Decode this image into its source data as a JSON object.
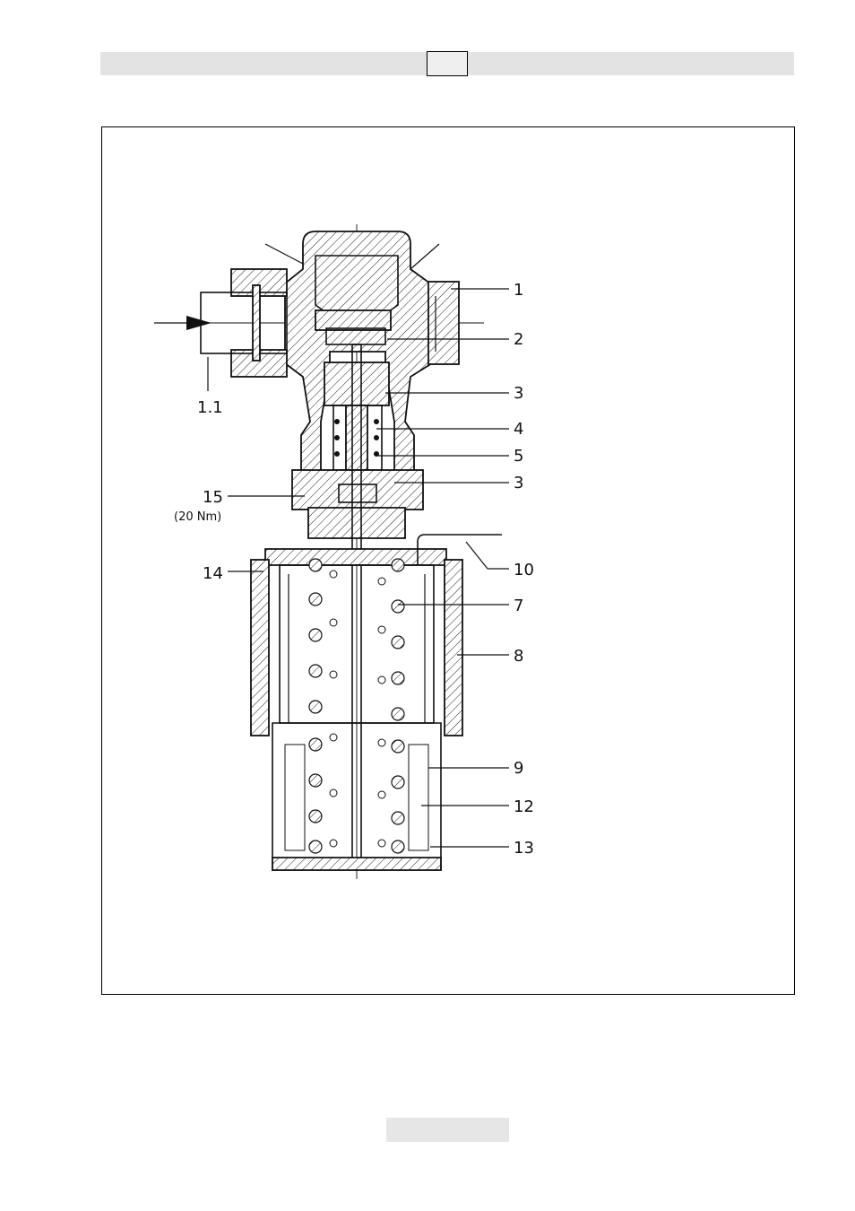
{
  "header": {
    "page_box": ""
  },
  "callouts": [
    {
      "id": "c1",
      "label": "1"
    },
    {
      "id": "c2",
      "label": "2"
    },
    {
      "id": "c3a",
      "label": "3"
    },
    {
      "id": "c4",
      "label": "4"
    },
    {
      "id": "c5",
      "label": "5"
    },
    {
      "id": "c3b",
      "label": "3"
    },
    {
      "id": "c10",
      "label": "10"
    },
    {
      "id": "c7",
      "label": "7"
    },
    {
      "id": "c8",
      "label": "8"
    },
    {
      "id": "c9",
      "label": "9"
    },
    {
      "id": "c12",
      "label": "12"
    },
    {
      "id": "c13",
      "label": "13"
    },
    {
      "id": "c11",
      "label": "1.1"
    },
    {
      "id": "c15",
      "label": "15"
    },
    {
      "id": "c14",
      "label": "14"
    }
  ],
  "torque_note": "(20 Nm)"
}
